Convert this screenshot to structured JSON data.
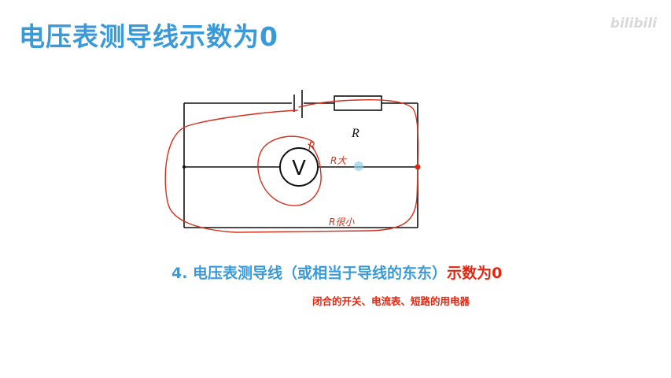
{
  "title": "电压表测导线示数为0",
  "watermark": "bilibili",
  "diagram": {
    "resistor_label": "R",
    "voltmeter_label": "V",
    "annotation_circle_label": "R",
    "annotation_branch_label": "R大",
    "annotation_bottom_label": "R很小"
  },
  "point": {
    "main": "4. 电压表测导线（或相当于导线的东东）",
    "highlight": "示数为0"
  },
  "subtext": "闭合的开关、电流表、短路的用电器",
  "colors": {
    "title": "#3a9ad9",
    "highlight": "#e3250f",
    "pen": "#d4301c"
  }
}
